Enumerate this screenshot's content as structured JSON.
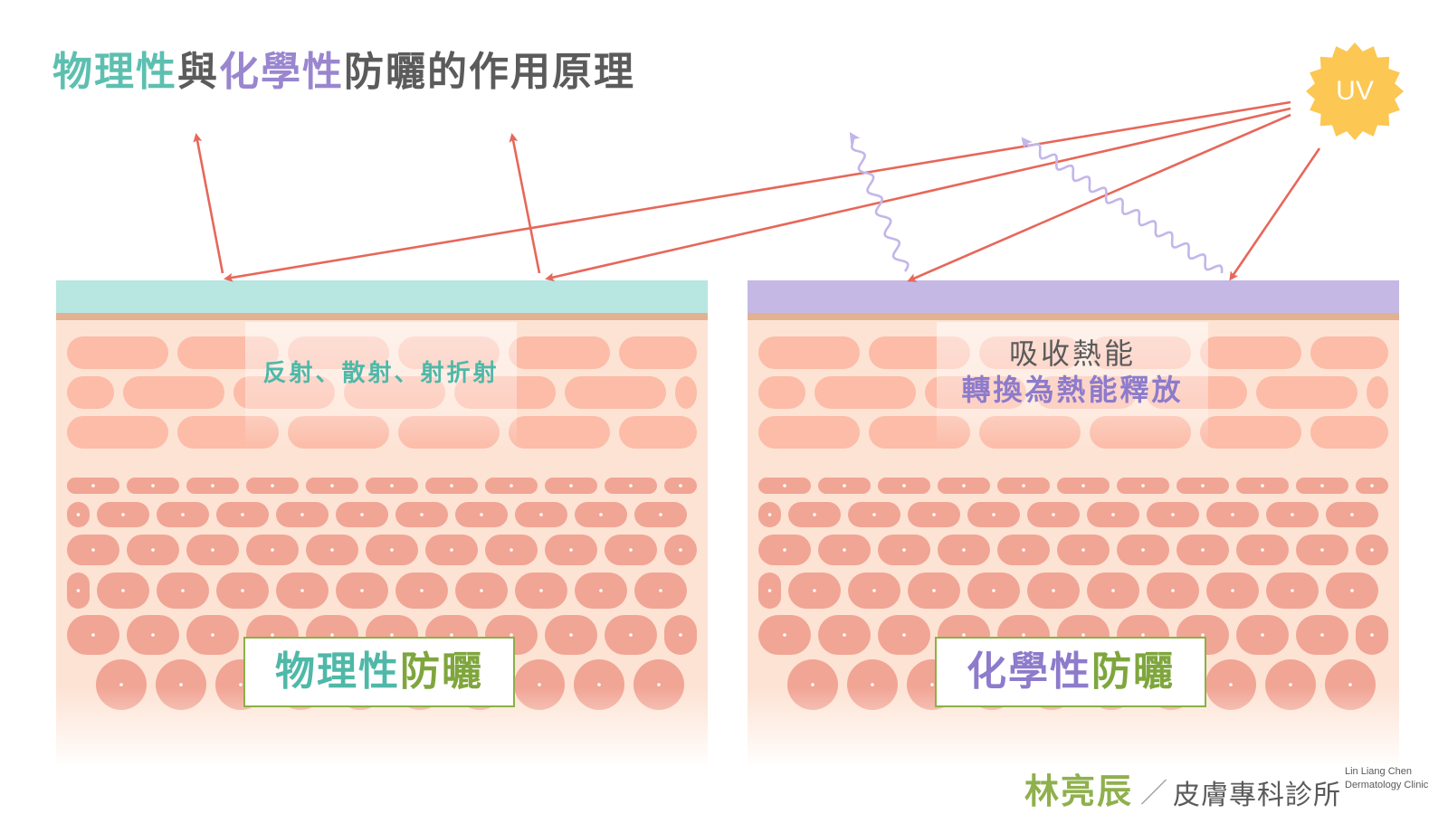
{
  "title": {
    "part1": "物理性",
    "part2": "與",
    "part3": "化學性",
    "part4": "防曬的作用原理"
  },
  "sun": {
    "label": "UV"
  },
  "left_panel": {
    "overlay_text": "反射、散射、射折射",
    "label_part1": "物理性",
    "label_part2": "防曬"
  },
  "right_panel": {
    "overlay_line1": "吸收熱能",
    "overlay_line2": "轉換為熱能釋放",
    "label_part1": "化學性",
    "label_part2": "防曬"
  },
  "footer": {
    "name": "林亮辰",
    "slash": "／",
    "clinic": "皮膚專科診所",
    "en_line1": "Lin Liang Chen",
    "en_line2": "Dermatology Clinic"
  },
  "colors": {
    "physical": "#5dbfb0",
    "chemical": "#9a86cf",
    "physical_layer": "#b8e6e1",
    "chemical_layer": "#c5b8e4",
    "ray": "#e7675a",
    "wavy": "#c3b6ea",
    "sun": "#fcc752",
    "skin_light": "#fcbca8",
    "skin_dark": "#f1a595",
    "skin_bg": "#fde3d4",
    "stratum": "#e2b191",
    "brand_green": "#8fb04d"
  }
}
